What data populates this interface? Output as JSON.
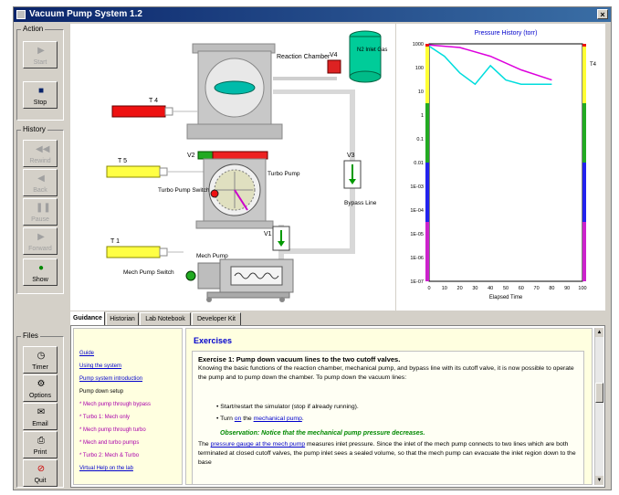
{
  "window": {
    "title": "Vacuum Pump System 1.2"
  },
  "left_toolbar": {
    "action": {
      "title": "Action",
      "buttons": [
        {
          "label": "Start",
          "enabled": false
        },
        {
          "label": "Stop",
          "enabled": true
        }
      ]
    },
    "history": {
      "title": "History",
      "buttons": [
        {
          "label": "Rewind",
          "enabled": false
        },
        {
          "label": "Back",
          "enabled": false
        },
        {
          "label": "Pause",
          "enabled": false
        },
        {
          "label": "Forward",
          "enabled": false
        },
        {
          "label": "Show",
          "enabled": true
        }
      ]
    },
    "files": {
      "title": "Files",
      "buttons": [
        {
          "label": "Timer"
        },
        {
          "label": "Options"
        },
        {
          "label": "Email"
        },
        {
          "label": "Print"
        },
        {
          "label": "Quit"
        }
      ]
    }
  },
  "diagram": {
    "gauges": [
      {
        "label": "T 4",
        "color": "#ee1111"
      },
      {
        "label": "T 5",
        "color": "#ffff44"
      },
      {
        "label": "T 1",
        "color": "#ffff44"
      }
    ],
    "reaction_chamber": "Reaction Chamber",
    "v4_label": "V4",
    "gas_label": "N2 Inlet Gas",
    "v2_label": "V2",
    "turbo_pump": "Turbo Pump",
    "turbo_switch": "Turbo Pump Switch",
    "v3_label": "V3",
    "bypass_line": "Bypass Line",
    "v1_label": "V1",
    "mech_pump": "Mech Pump",
    "mech_switch": "Mech Pump Switch"
  },
  "chart_data": {
    "type": "line",
    "title": "Pressure History (torr)",
    "xlabel": "Elapsed Time",
    "ylabel": "",
    "x_ticks": [
      0,
      10,
      20,
      30,
      40,
      50,
      60,
      70,
      80,
      90,
      100
    ],
    "y_ticks": [
      "1000",
      "100",
      "10",
      "1",
      "0.1",
      "0.01",
      "1E-03",
      "1E-04",
      "1E-05",
      "1E-06",
      "1E-07"
    ],
    "y_log": true,
    "ylim": [
      1e-07,
      1000
    ],
    "xlim": [
      0,
      100
    ],
    "side_label": "T4",
    "series": [
      {
        "color": "#00dddd",
        "x": [
          0,
          10,
          20,
          30,
          40,
          50,
          60,
          70,
          80
        ],
        "y": [
          800,
          300,
          60,
          20,
          120,
          30,
          20,
          20,
          20
        ]
      },
      {
        "color": "#dd00dd",
        "x": [
          0,
          20,
          40,
          60,
          80
        ],
        "y": [
          900,
          700,
          300,
          80,
          30
        ]
      }
    ]
  },
  "tabs": [
    {
      "label": "Guidance",
      "active": true
    },
    {
      "label": "Historian",
      "active": false
    },
    {
      "label": "Lab Notebook",
      "active": false
    },
    {
      "label": "Developer Kit",
      "active": false
    }
  ],
  "nav": {
    "items": [
      "Guide",
      "Using the system",
      "Pump system introduction"
    ],
    "header": "Pump down setup",
    "sub_items": [
      "* Mech pump through bypass",
      "* Turbo 1: Mech only",
      "* Mech pump through turbo",
      "* Mech and turbo pumps",
      "* Turbo 2: Mech & Turbo"
    ],
    "footer": "Virtual Help on the lab"
  },
  "content": {
    "heading": "Exercises",
    "exercise_title": "Exercise 1: Pump down vacuum lines to the two cutoff valves.",
    "para1": "Knowing the basic functions of the reaction chamber, mechanical pump, and bypass line with its cutoff valve, it is now possible to operate the pump and to pump down the chamber. To pump down the vacuum lines:",
    "bullet1": "Start/restart the simulator (stop if already running).",
    "bullet2_pre": "Turn ",
    "bullet2_link1": "on",
    "bullet2_mid": " the ",
    "bullet2_link2": "mechanical pump",
    "bullet2_post": ".",
    "observation": "Observation: Notice that the mechanical pump pressure decreases.",
    "para2_pre": "The ",
    "para2_link": "pressure gauge at the mech pump",
    "para2_post": " measures inlet pressure. Since the inlet of the mech pump connects to two lines which are both terminated at closed cutoff valves, the pump inlet sees a sealed volume, so that the mech pump can evacuate the inlet region down to the base"
  }
}
